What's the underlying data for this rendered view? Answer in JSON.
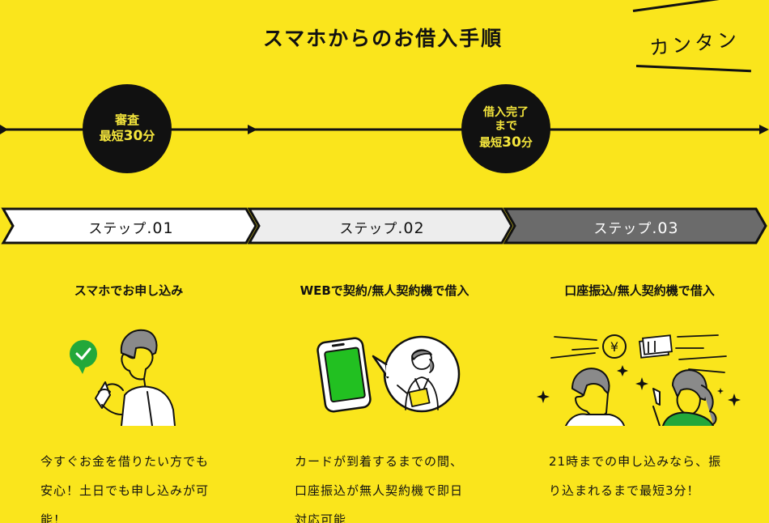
{
  "header": {
    "title": "スマホからのお借入手順",
    "badge": "カンタン"
  },
  "timeline": {
    "milestone_1": {
      "line1": "審査",
      "line2_prefix": "最短",
      "line2_num": "30",
      "line2_suffix": "分"
    },
    "milestone_2": {
      "line1": "借入完了",
      "line2": "まで",
      "line3_prefix": "最短",
      "line3_num": "30",
      "line3_suffix": "分"
    }
  },
  "steps": [
    {
      "label": "ステップ",
      "num": ".01",
      "title": "スマホでお申し込み",
      "desc_lines": [
        "今すぐお金を借りたい方でも",
        "安心！土日でも申し込みが可",
        "能！"
      ]
    },
    {
      "label": "ステップ",
      "num": ".02",
      "title": "WEBで契約/無人契約機で借入",
      "desc_lines": [
        "カードが到着するまでの間、",
        "口座振込が無人契約機で即日",
        "対応可能"
      ]
    },
    {
      "label": "ステップ",
      "num": ".03",
      "title": "口座振込/無人契約機で借入",
      "desc_lines": [
        "21時までの申し込みなら、振",
        "り込まれるまで最短3分！"
      ]
    }
  ],
  "icons": {
    "yen_symbol": "¥"
  },
  "colors": {
    "background": "#fae51c",
    "dark": "#111111",
    "step1_fill": "#ffffff",
    "step2_fill": "#ededed",
    "step3_fill": "#6b6b6b",
    "check_green": "#22a83a",
    "phone_screen": "#22c021",
    "circle_text": "#f5e63c"
  }
}
